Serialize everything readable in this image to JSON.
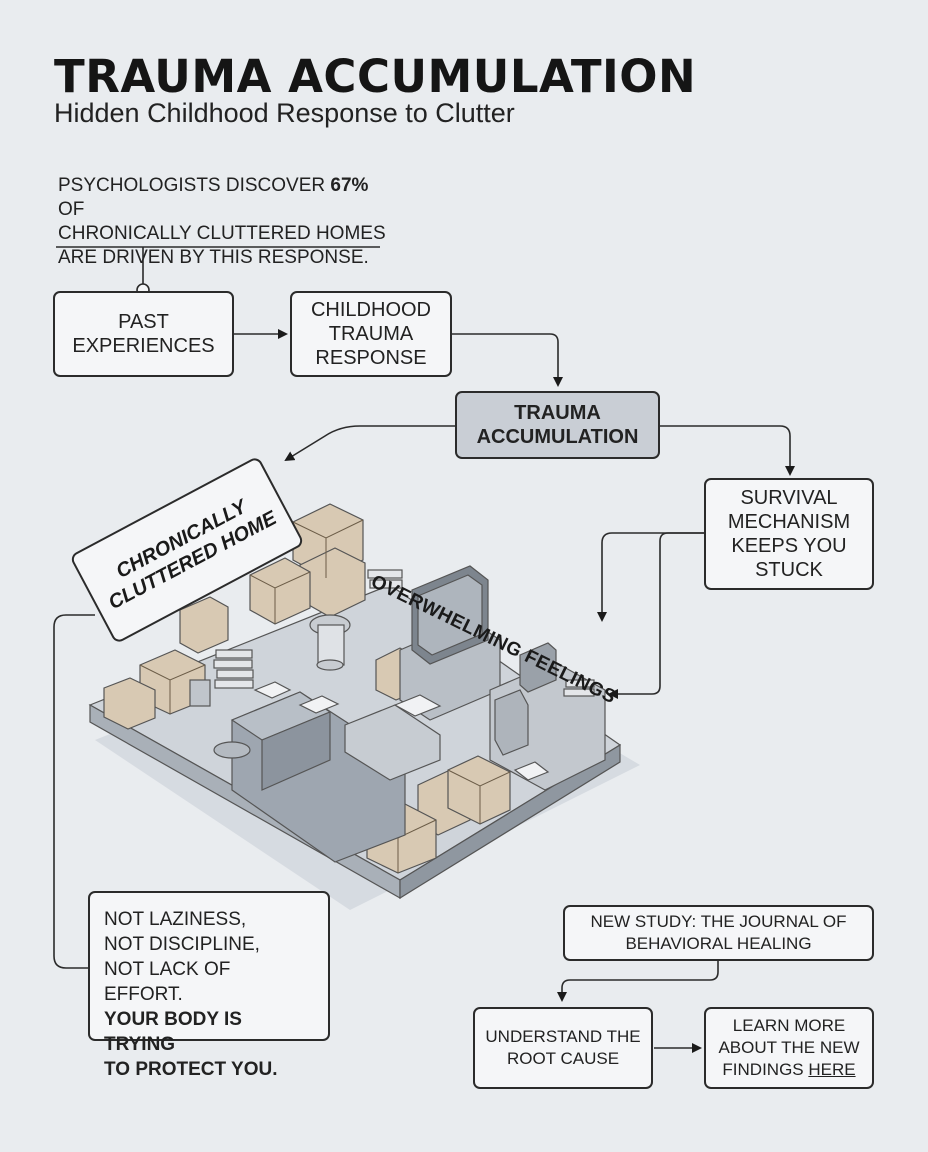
{
  "header": {
    "title": "TRAUMA ACCUMULATION",
    "subtitle": "Hidden Childhood Response to Clutter"
  },
  "stat": {
    "line1_pre": "PSYCHOLOGISTS DISCOVER ",
    "line1_bold": "67%",
    "line1_post": " OF",
    "line2": "CHRONICALLY CLUTTERED HOMES",
    "line3": "ARE DRIVEN BY THIS RESPONSE."
  },
  "flow": {
    "past": "PAST EXPERIENCES",
    "childhood": "CHILDHOOD TRAUMA RESPONSE",
    "trauma": "TRAUMA ACCUMULATION",
    "survival": "SURVIVAL MECHANISM KEEPS YOU STUCK",
    "home_line1": "CHRONICALLY",
    "home_line2": "CLUTTERED HOME",
    "overwhelming": "OVERWHELMING FEELINGS"
  },
  "note": {
    "line1": "NOT LAZINESS,",
    "line2": "NOT DISCIPLINE,",
    "line3": "NOT LACK OF EFFORT.",
    "line4": "YOUR BODY IS TRYING",
    "line5": "TO PROTECT YOU."
  },
  "cta": {
    "study": "NEW STUDY: THE JOURNAL OF BEHAVIORAL HEALING",
    "understand": "UNDERSTAND THE ROOT CAUSE",
    "learn_pre": "LEARN MORE ABOUT THE NEW FINDINGS ",
    "learn_link": "HERE"
  },
  "colors": {
    "background": "#e9ecef",
    "box_fill": "#f5f6f8",
    "highlight_fill": "#c9ced5",
    "line": "#2b2b2b"
  }
}
